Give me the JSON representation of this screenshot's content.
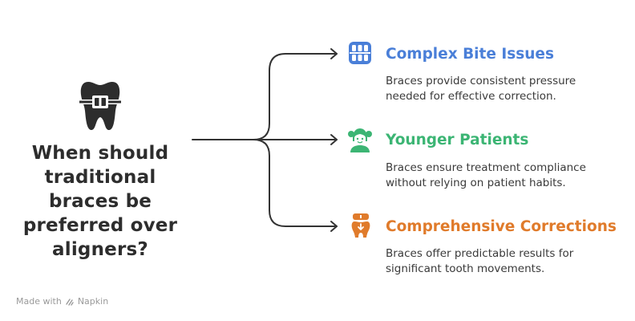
{
  "question": {
    "lines": [
      "When should",
      "traditional",
      "braces be",
      "preferred over",
      "aligners?"
    ]
  },
  "branches": [
    {
      "title": "Complex Bite Issues",
      "color": "#4a7fd8",
      "icon": "teeth-braces-icon",
      "desc_lines": [
        "Braces provide consistent pressure",
        "needed for effective correction."
      ]
    },
    {
      "title": "Younger Patients",
      "color": "#3cb574",
      "icon": "child-girl-icon",
      "desc_lines": [
        "Braces ensure treatment compliance",
        "without relying on patient habits."
      ]
    },
    {
      "title": "Comprehensive Corrections",
      "color": "#e07b2b",
      "icon": "tooth-adjust-icon",
      "desc_lines": [
        "Braces offer predictable results for",
        "significant tooth movements."
      ]
    }
  ],
  "central_icon": "tooth-with-braces-icon",
  "colors": {
    "text": "#2d2d2d",
    "line": "#333333",
    "watermark": "#9a9a9a"
  },
  "watermark": {
    "prefix": "Made with",
    "brand": "Napkin"
  }
}
